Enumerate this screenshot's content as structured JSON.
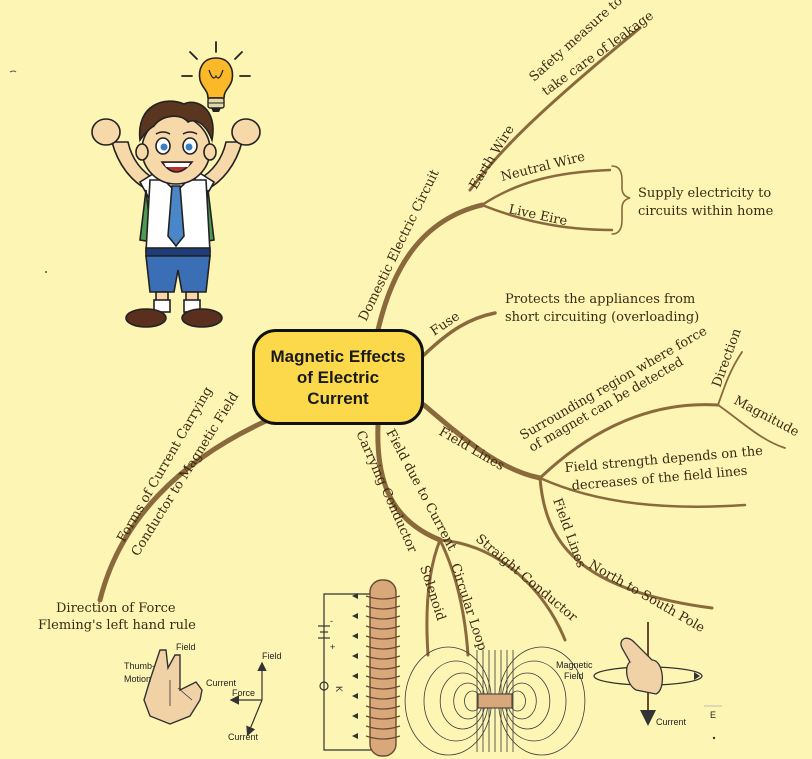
{
  "center": {
    "title": "Magnetic Effects\nof Electric\nCurrent"
  },
  "branches": {
    "domestic": "Domestic Electric Circuit",
    "earth_wire": "Earth Wire",
    "safety_1": "Safety measure to",
    "safety_2": "take care of leakage",
    "neutral_wire": "Neutral Wire",
    "live_wire": "Live Eire",
    "supply_1": "Supply electricity to",
    "supply_2": "circuits within home",
    "fuse": "Fuse",
    "protects_1": "Protects the appliances from",
    "protects_2": "short circuiting (overloading)",
    "field_lines": "Field Lines",
    "surround_1": "Surrounding region where force",
    "surround_2": "of magnet can be detected",
    "direction": "Direction",
    "magnitude": "Magnitude",
    "strength_1": "Field strength depends on the",
    "strength_2": "decreases of the field lines",
    "field_lines_2": "Field Lines",
    "north_south": "North to South Pole",
    "field_due_1": "Field due to Current",
    "field_due_2": "Carrying Conductor",
    "straight": "Straight Conductor",
    "circular": "Circular Loop",
    "solenoid": "Solenoid",
    "forms_1": "Forms of Current Carrying",
    "forms_2": "Conductor to Magnetic Field",
    "direction_force": "Direction of Force",
    "flemings": "Fleming's left hand rule"
  },
  "figures": {
    "field": "Field",
    "thumb": "Thumb-",
    "motion": "Motion",
    "current": "Current",
    "force": "Force",
    "field_axis": "Field",
    "current_axis": "Current",
    "magnetic": "Magnetic",
    "field_word": "Field",
    "current_right": "Current",
    "k_label": "K",
    "minus": "-",
    "plus": "+",
    "e_mark": "E"
  },
  "colors": {
    "background": "#fdf5b4",
    "center_fill": "#fcd94a",
    "branch": "#8a6a3c"
  }
}
